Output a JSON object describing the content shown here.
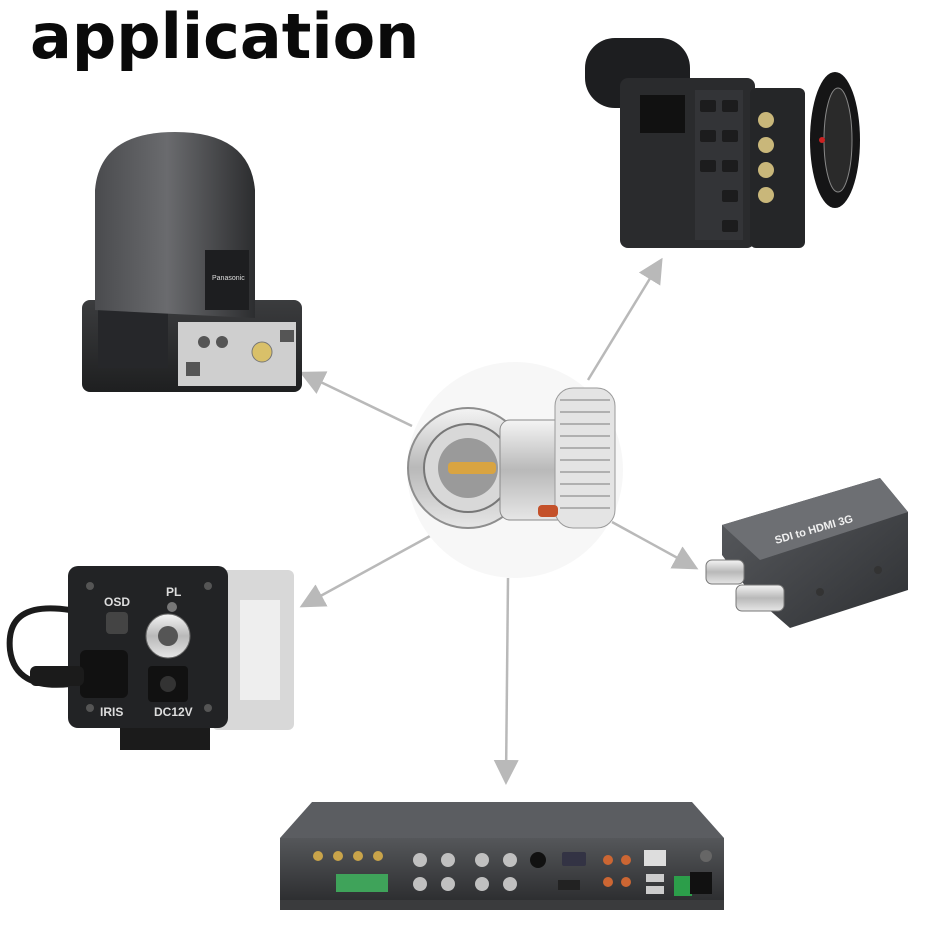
{
  "title": "application",
  "devices": {
    "ptz_camera": {
      "name": "ptz-camera",
      "brand": "Panasonic"
    },
    "cinema_camera": {
      "name": "cinema-camera",
      "brand": ""
    },
    "box_camera": {
      "labels": {
        "osd": "OSD",
        "pl": "PL",
        "iris": "IRIS",
        "dc": "DC12V"
      }
    },
    "converter": {
      "label": "SDI to HDMI 3G"
    },
    "dvr": {
      "name": "dvr-recorder"
    }
  },
  "colors": {
    "arrow": "#b9b9b9",
    "device_dark": "#2a2a2c",
    "connector_silver": "#c8c8c8",
    "pin_gold": "#d9a441"
  },
  "icons": [
    "bnc-connector-icon",
    "arrow-icon"
  ]
}
